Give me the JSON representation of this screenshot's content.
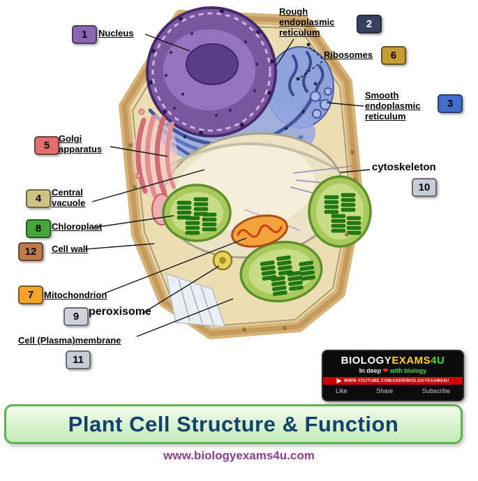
{
  "title": "Plant Cell Structure & Function",
  "website": "www.biologyexams4u.com",
  "labels": [
    {
      "num": "1",
      "text": "Nucleus",
      "color": "#8a68b0",
      "num_color": "#000000"
    },
    {
      "num": "2",
      "text": "Rough endoplasmic reticulum",
      "color": "#35415f",
      "num_color": "#ffffff"
    },
    {
      "num": "6",
      "text": "Ribosomes",
      "color": "#c79d33",
      "num_color": "#000000"
    },
    {
      "num": "3",
      "text": "Smooth endoplasmic reticulum",
      "color": "#3f6fcb",
      "num_color": "#000000"
    },
    {
      "num": "5",
      "text": "Golgi apparatus",
      "color": "#e1706e",
      "num_color": "#000000"
    },
    {
      "num": "10",
      "text": "cytoskeleton",
      "color": "#c6ccd8",
      "num_color": "#000000"
    },
    {
      "num": "4",
      "text": "Central vacuole",
      "color": "#d0c184",
      "num_color": "#000000"
    },
    {
      "num": "8",
      "text": "Chloroplast",
      "color": "#43a839",
      "num_color": "#000000"
    },
    {
      "num": "12",
      "text": "Cell wall",
      "color": "#c07a49",
      "num_color": "#000000"
    },
    {
      "num": "7",
      "text": "Mitochondrion",
      "color": "#f4a42c",
      "num_color": "#000000"
    },
    {
      "num": "9",
      "text": "peroxisome",
      "color": "#ced2da",
      "num_color": "#000000"
    },
    {
      "num": "11",
      "text": "Cell (Plasma)membrane",
      "color": "#c6ccd8",
      "num_color": "#000000"
    }
  ],
  "logo": {
    "brand": [
      {
        "text": "BIOLOGY",
        "color": "#ffffff"
      },
      {
        "text": "EXAMS",
        "color": "#ffd21f"
      },
      {
        "text": "4U",
        "color": "#3ddc3d"
      }
    ],
    "tagline": [
      {
        "text": "In deep ",
        "color": "#f0f0f0"
      },
      {
        "text": "❤",
        "color": "#ff2a2a"
      },
      {
        "text": " with biology",
        "color": "#3ddc3d"
      }
    ],
    "banner": "WWW.YOUTUBE.COM/USER/BIOLOGYEXAMS4U",
    "actions": [
      "Like",
      "Share",
      "Subscribe"
    ]
  }
}
